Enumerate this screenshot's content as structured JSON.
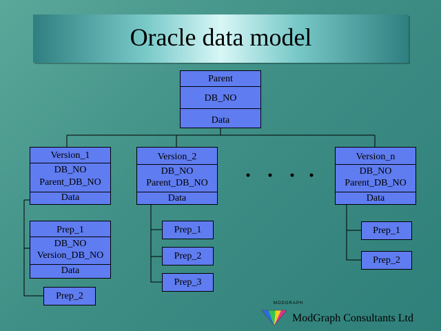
{
  "title": "Oracle data model",
  "parent": {
    "label": "Parent",
    "db_no": "DB_NO",
    "data": "Data"
  },
  "versions": [
    {
      "label": "Version_1",
      "db_no": "DB_NO",
      "parent_db_no": "Parent_DB_NO",
      "data": "Data"
    },
    {
      "label": "Version_2",
      "db_no": "DB_NO",
      "parent_db_no": "Parent_DB_NO",
      "data": "Data"
    },
    {
      "label": "Version_n",
      "db_no": "DB_NO",
      "parent_db_no": "Parent_DB_NO",
      "data": "Data"
    }
  ],
  "v1_prep_detail": {
    "label": "Prep_1",
    "db_no": "DB_NO",
    "version_db_no": "Version_DB_NO",
    "data": "Data"
  },
  "v1_prep2": "Prep_2",
  "v2_preps": [
    "Prep_1",
    "Prep_2",
    "Prep_3"
  ],
  "vn_preps": [
    "Prep_1",
    "Prep_2"
  ],
  "ellipsis": "• • • •",
  "logo": {
    "small_text": "MODGRAPH",
    "name": "ModGraph Consultants Ltd"
  },
  "colors": {
    "box_fill": "#5f7cf0",
    "background": "#3f8f86",
    "title_band_highlight": "#d8f6f6"
  }
}
